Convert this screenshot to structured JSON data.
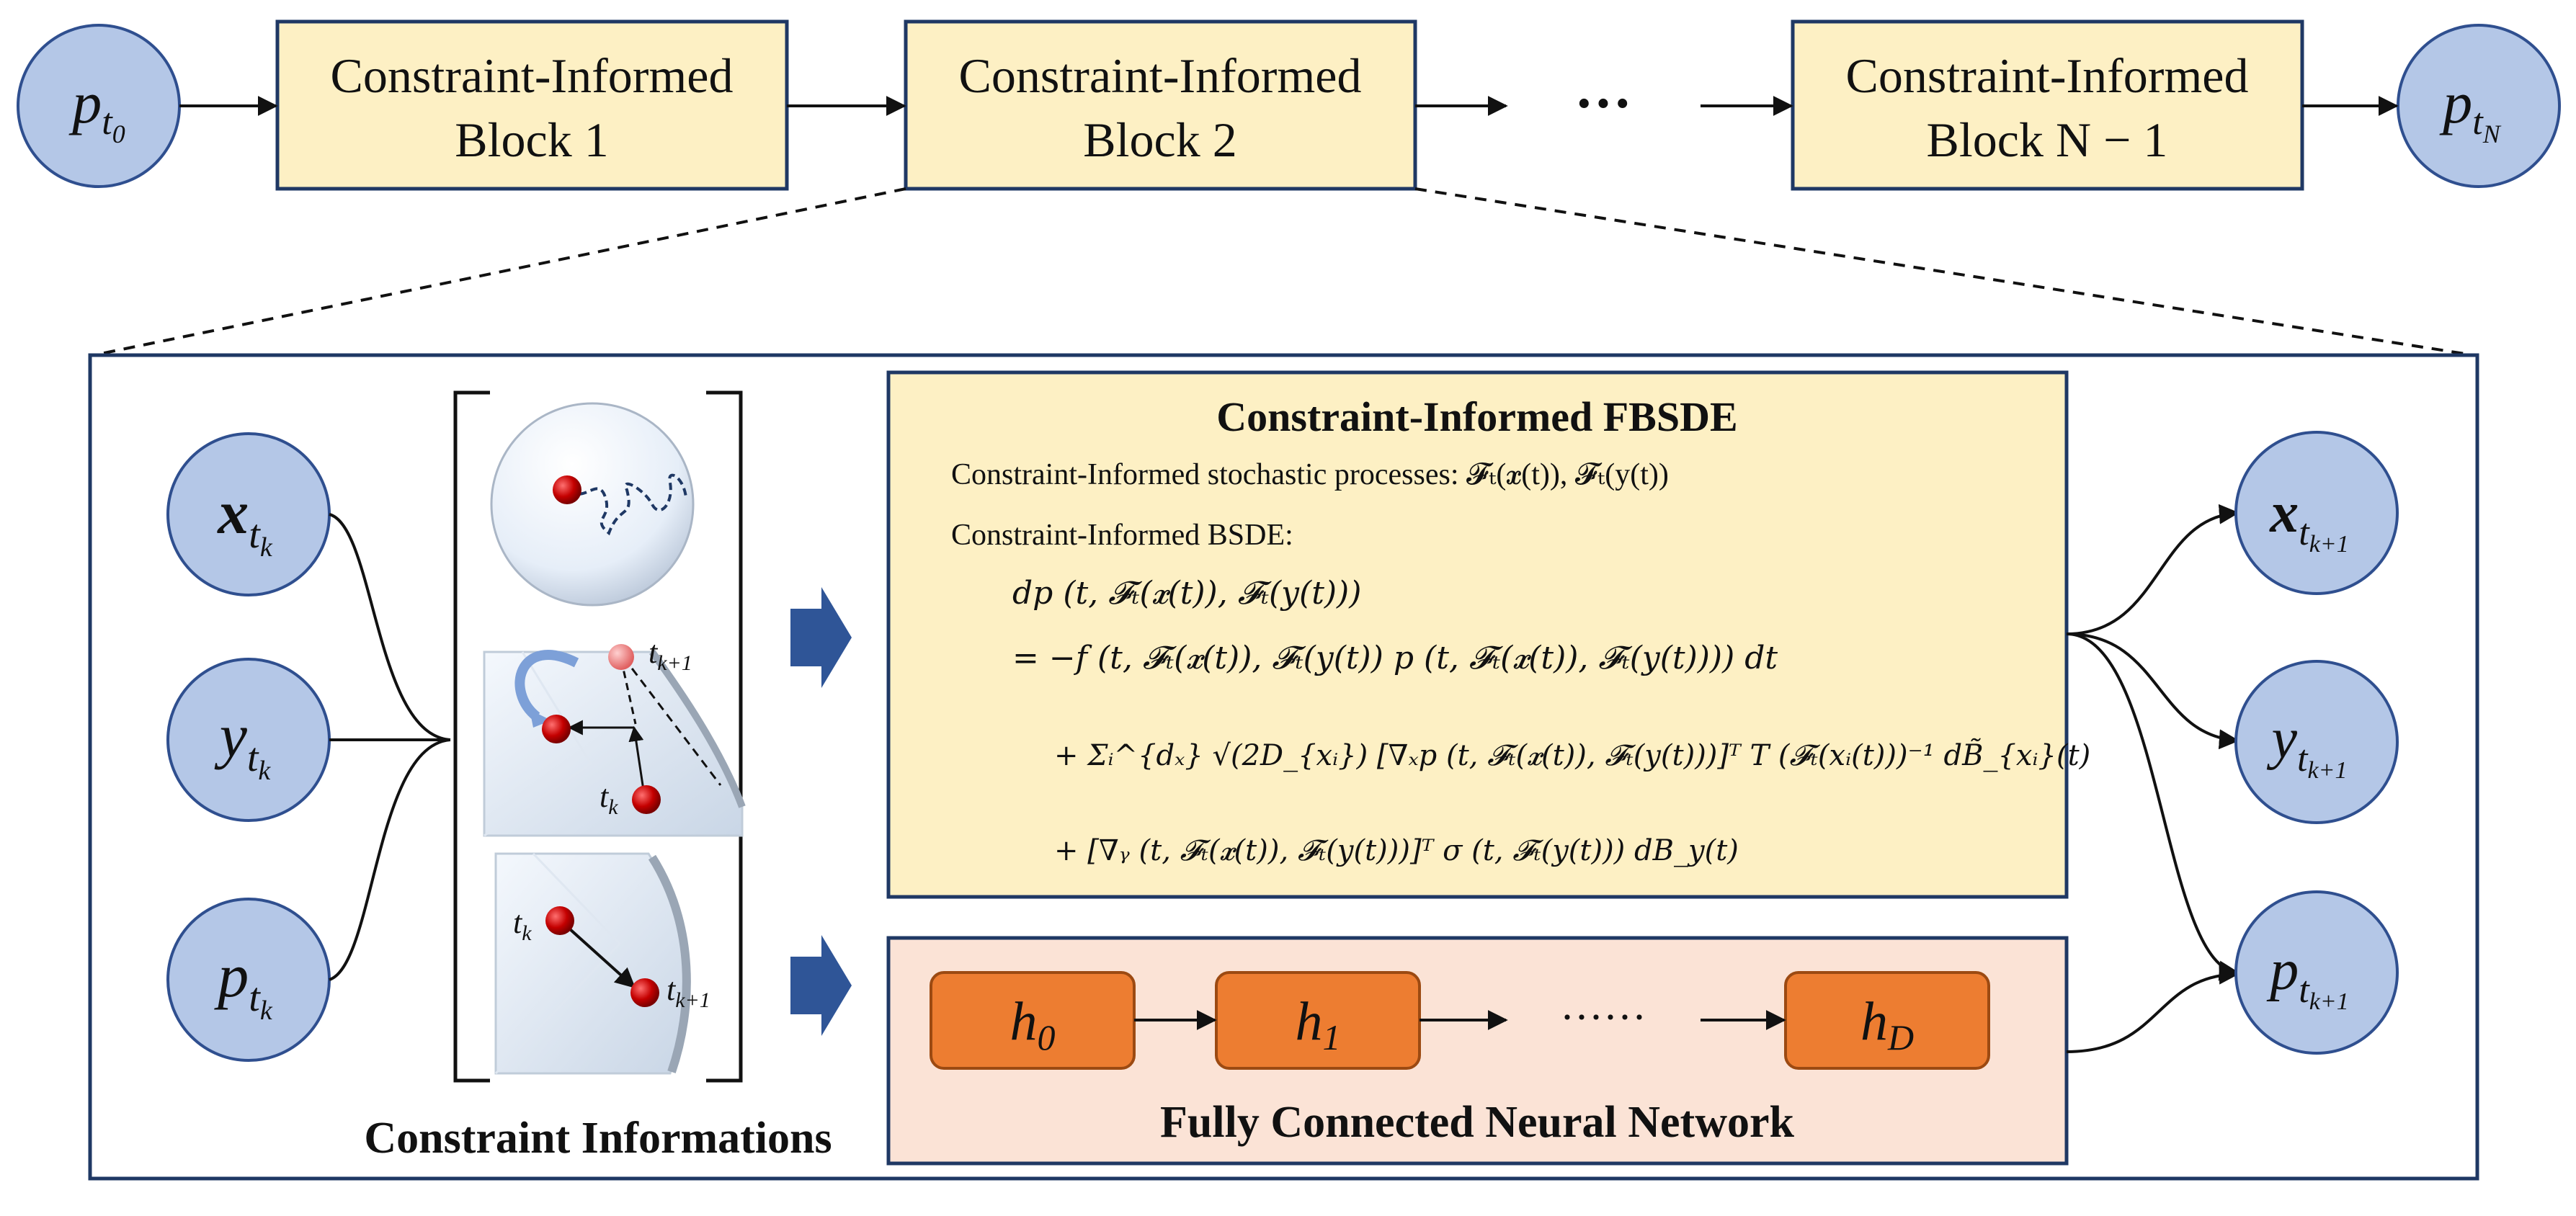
{
  "pipeline": {
    "start_node": {
      "base": "p",
      "sub": "t",
      "subsub": "0"
    },
    "end_node": {
      "base": "p",
      "sub": "t",
      "subsub": "N"
    },
    "blocks": [
      {
        "line1": "Constraint-Informed",
        "line2": "Block 1"
      },
      {
        "line1": "Constraint-Informed",
        "line2": "Block 2"
      },
      {
        "line1": "Constraint-Informed",
        "line2": "Block N − 1"
      }
    ],
    "ellipsis": "···"
  },
  "detail": {
    "inputs": [
      {
        "base": "x",
        "sub": "t",
        "subsub": "k"
      },
      {
        "base": "y",
        "sub": "t",
        "subsub": "k"
      },
      {
        "base": "p",
        "sub": "t",
        "subsub": "k"
      }
    ],
    "outputs": [
      {
        "base": "x",
        "sub": "t",
        "subsub": "k+1"
      },
      {
        "base": "y",
        "sub": "t",
        "subsub": "k+1"
      },
      {
        "base": "p",
        "sub": "t",
        "subsub": "k+1"
      }
    ],
    "constraint_labels": {
      "tk_1": "t",
      "tk_1_sub": "k",
      "tk1_1": "t",
      "tk1_1_sub": "k+1",
      "tk_2": "t",
      "tk_2_sub": "k",
      "tk1_2": "t",
      "tk1_2_sub": "k+1"
    },
    "constraint_caption": "Constraint Informations",
    "fbsde": {
      "title": "Constraint-Informed FBSDE",
      "line1": "Constraint-Informed stochastic processes: 𝓕ₜ(𝒙(t)),  𝓕ₜ(y(t))",
      "line2": "Constraint-Informed BSDE:",
      "eq1": "dp (t, 𝓕ₜ(𝒙(t)), 𝓕ₜ(y(t)))",
      "eq2": "=  −f (t, 𝓕ₜ(𝒙(t)), 𝓕ₜ(y(t)) p (t, 𝓕ₜ(𝒙(t)), 𝓕ₜ(y(t)))) dt",
      "eq3": "+ Σᵢ^{dₓ} √(2D_{xᵢ}) [∇ₓp (t, 𝓕ₜ(𝒙(t)), 𝓕ₜ(y(t)))]ᵀ T (𝓕ₜ(xᵢ(t)))⁻¹ dB̃_{xᵢ}(t)",
      "eq4": "+ [∇ᵧ (t, 𝓕ₜ(𝒙(t)), 𝓕ₜ(y(t)))]ᵀ σ (t, 𝓕ₜ(y(t))) dB_y(t)"
    },
    "nn": {
      "title": "Fully Connected Neural Network",
      "nodes": [
        {
          "base": "h",
          "sub": "0"
        },
        {
          "base": "h",
          "sub": "1"
        },
        {
          "base": "h",
          "sub": "D"
        }
      ],
      "ellipsis": "······"
    }
  },
  "colors": {
    "node_fill": "#b4c7e7",
    "node_stroke": "#2f4f8f",
    "block_fill": "#fdf0c4",
    "block_stroke": "#1f3864",
    "fbsde_fill": "#fdf0c4",
    "nn_fill": "#fbe3d6",
    "nn_node_fill": "#ed7d31",
    "nn_node_stroke": "#9c4a12",
    "arrow_blue": "#2f5597",
    "panel_stroke": "#1f3864"
  }
}
